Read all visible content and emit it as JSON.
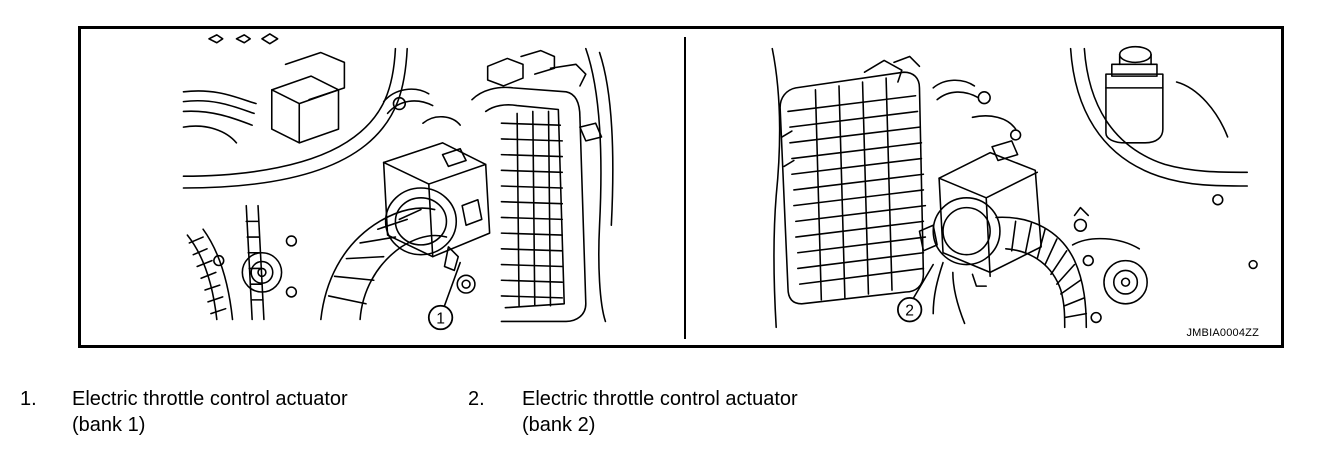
{
  "figure": {
    "code": "JMBIA0004ZZ",
    "callouts": [
      "1",
      "2"
    ]
  },
  "legend": [
    {
      "number": "1.",
      "line1": "Electric throttle control actuator",
      "line2": "(bank 1)"
    },
    {
      "number": "2.",
      "line1": "Electric throttle control actuator",
      "line2": "(bank 2)"
    }
  ]
}
